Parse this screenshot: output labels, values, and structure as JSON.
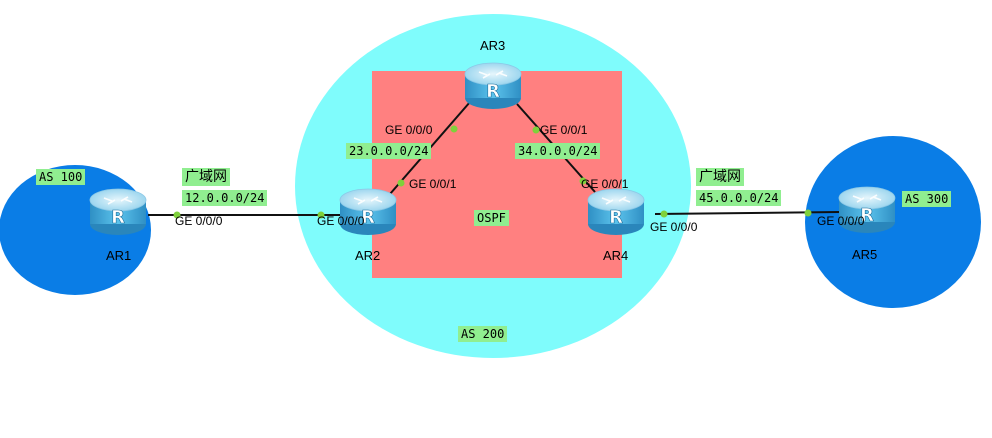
{
  "diagram": {
    "colors": {
      "as_small": "#0a7de6",
      "as_large": "#7ffcfc",
      "ospf_area": "#ff8080",
      "tag_bg": "#90ee90",
      "link": "#111111",
      "port_dot": "#7fd13b",
      "router_body": "#3aa8d8",
      "router_top": "#b9e3f5"
    },
    "autonomous_systems": {
      "as100": {
        "label": "AS 100"
      },
      "as200": {
        "label": "AS 200"
      },
      "as300": {
        "label": "AS 300"
      }
    },
    "ospf": {
      "label": "OSPF"
    },
    "routers": {
      "ar1": {
        "name": "AR1",
        "icon": "router-icon",
        "glyph": "R"
      },
      "ar2": {
        "name": "AR2",
        "icon": "router-icon",
        "glyph": "R"
      },
      "ar3": {
        "name": "AR3",
        "icon": "router-icon",
        "glyph": "R"
      },
      "ar4": {
        "name": "AR4",
        "icon": "router-icon",
        "glyph": "R"
      },
      "ar5": {
        "name": "AR5",
        "icon": "router-icon",
        "glyph": "R"
      }
    },
    "links": {
      "ar1_ar2": {
        "wan": "广域网",
        "network": "12.0.0.0/24",
        "port_a": "GE 0/0/0",
        "port_b": "GE 0/0/0"
      },
      "ar2_ar3": {
        "network": "23.0.0.0/24",
        "port_a": "GE 0/0/1",
        "port_b": "GE 0/0/0"
      },
      "ar3_ar4": {
        "network": "34.0.0.0/24",
        "port_a": "GE 0/0/1",
        "port_b": "GE 0/0/1"
      },
      "ar4_ar5": {
        "wan": "广域网",
        "network": "45.0.0.0/24",
        "port_a": "GE 0/0/0",
        "port_b": "GE 0/0/0"
      }
    }
  }
}
